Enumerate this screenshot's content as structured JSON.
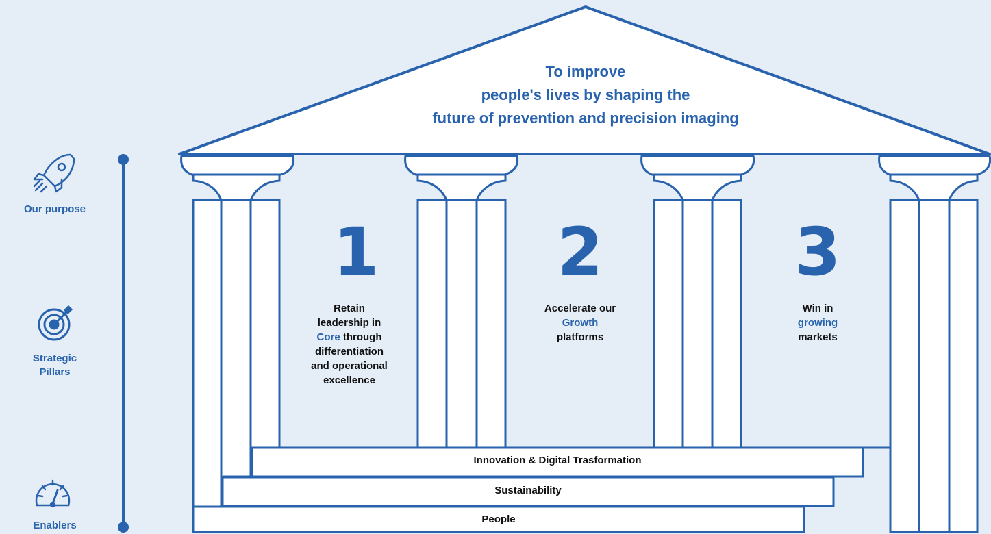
{
  "colors": {
    "primary": "#2a63ad",
    "background": "#e5eef7",
    "text": "#111111",
    "fill": "#ffffff"
  },
  "roof": {
    "line1": "To improve",
    "line2": "people's lives by shaping the",
    "line3": "future of prevention and precision imaging"
  },
  "sidebar": {
    "purpose": {
      "icon": "rocket-icon",
      "label": "Our purpose"
    },
    "pillars": {
      "icon": "target-icon",
      "label_line1": "Strategic",
      "label_line2": "Pillars"
    },
    "enablers": {
      "icon": "speedometer-icon",
      "label": "Enablers"
    }
  },
  "pillars": [
    {
      "number": "1",
      "lines": [
        "Retain",
        "leadership in"
      ],
      "accent": "Core",
      "after_accent": " through",
      "lines_after": [
        "differentiation",
        "and operational",
        "excellence"
      ]
    },
    {
      "number": "2",
      "lines": [
        "Accelerate our"
      ],
      "accent": "Growth",
      "after_accent": "",
      "lines_after": [
        "platforms"
      ]
    },
    {
      "number": "3",
      "lines": [
        "Win in"
      ],
      "accent": "growing",
      "after_accent": "",
      "lines_after": [
        "markets"
      ]
    }
  ],
  "steps": {
    "top": "Innovation & Digital Trasformation",
    "middle": "Sustainability",
    "bottom": "People"
  }
}
